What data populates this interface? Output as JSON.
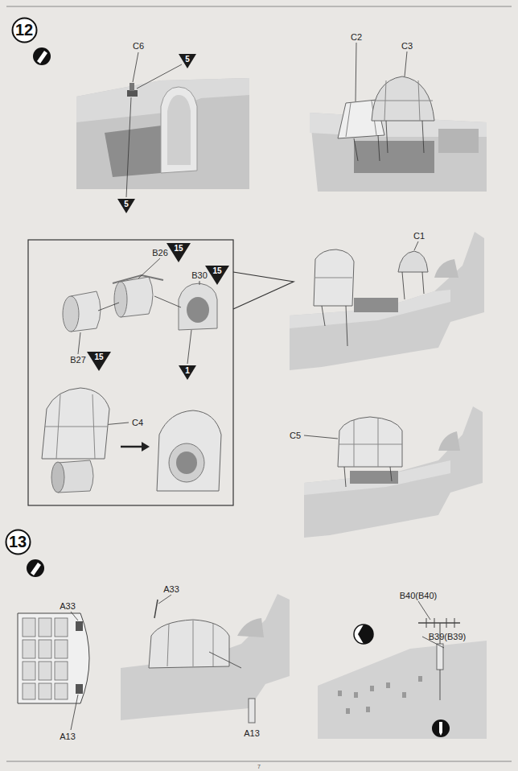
{
  "diagram": {
    "nodes": [
      {
        "text": [
          "12"
        ]
      },
      {
        "text": [
          "5"
        ]
      },
      {
        "text": [
          "5"
        ]
      },
      {
        "text": [
          "15"
        ]
      },
      {
        "text": [
          "15"
        ]
      },
      {
        "text": [
          "15"
        ]
      },
      {
        "text": [
          "1"
        ]
      },
      {
        "text": [
          "13"
        ]
      }
    ],
    "labels": [
      "C6",
      "C2",
      "C3",
      "B26",
      "B30",
      "B27",
      "C1",
      "C4",
      "C5",
      "A33",
      "A13",
      "A33",
      "A13",
      "B40(B40)",
      "B39(B39)",
      "7"
    ]
  }
}
